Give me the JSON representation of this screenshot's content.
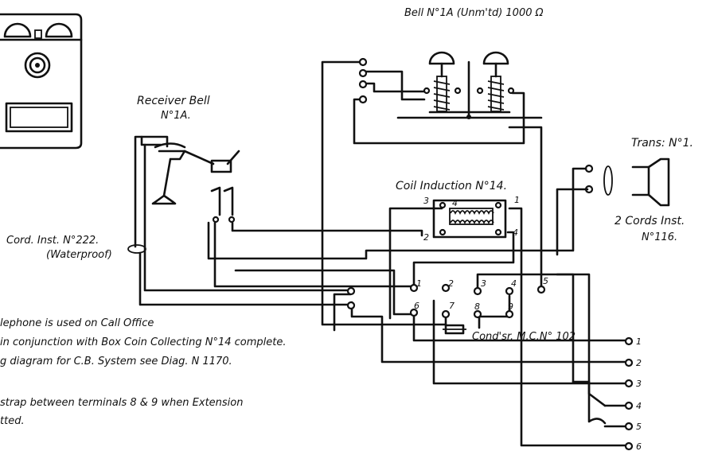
{
  "labels": {
    "bell": "Bell N°1A (Unm'td) 1000 Ω",
    "receiver_line1": "Receiver Bell",
    "receiver_line2": "N°1A.",
    "trans": "Trans: N°1.",
    "coil": "Coil Induction N°14.",
    "cords_line1": "2 Cords Inst.",
    "cords_line2": "N°116.",
    "cord_inst_line1": "Cord. Inst. N°222.",
    "cord_inst_line2": "(Waterproof)",
    "condenser": "Cond'sr. M.C.N° 102"
  },
  "coil_terminals": [
    "3",
    "4",
    "1",
    "2",
    "4"
  ],
  "condenser_terminals": [
    "1",
    "2",
    "3",
    "4",
    "5",
    "6",
    "7",
    "8",
    "9"
  ],
  "line_terminals": [
    "1",
    "2",
    "3",
    "4",
    "5",
    "6"
  ],
  "notes": [
    "lephone is used on Call Office",
    "in conjunction with Box Coin Collecting N°14 complete.",
    "g diagram for C.B. System see Diag. N 1170.",
    "strap between terminals 8 & 9 when Extension",
    "tted."
  ]
}
